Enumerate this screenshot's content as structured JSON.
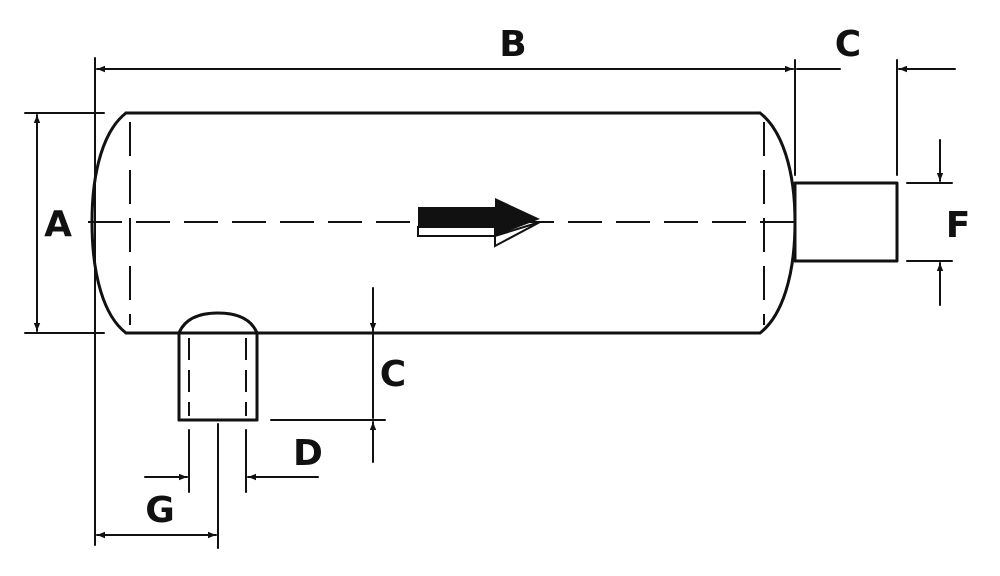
{
  "diagram": {
    "labels": {
      "a": "A",
      "b": "B",
      "c_top": "C",
      "c_bottom": "C",
      "d": "D",
      "f": "F",
      "g": "G"
    },
    "colors": {
      "line": "#111111",
      "background": "#ffffff"
    }
  }
}
